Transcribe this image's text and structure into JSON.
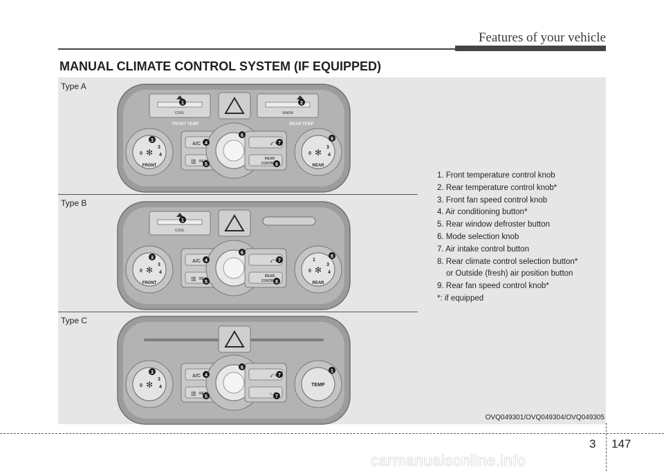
{
  "header": {
    "section": "Features of your vehicle"
  },
  "heading": "MANUAL CLIMATE CONTROL SYSTEM (IF EQUIPPED)",
  "types": [
    "Type A",
    "Type B",
    "Type C"
  ],
  "features": [
    "1. Front temperature control knob",
    "2. Rear temperature control knob*",
    "3. Front fan speed control knob",
    "4. Air conditioning button*",
    "5. Rear window defroster button",
    "6. Mode selection knob",
    "7. Air intake control button",
    "8. Rear climate control selection button*",
    "or Outside (fresh) air position button",
    "9. Rear fan speed control knob*",
    "*: if equipped"
  ],
  "panel_text": {
    "cool": "COOL",
    "warm": "WARM",
    "front_temp": "FRONT TEMP",
    "rear_temp": "REAR TEMP",
    "ac": "A/C",
    "rear": "REAR",
    "front": "FRONT",
    "control": "CONTROL",
    "temp": "TEMP",
    "n0": "0",
    "n1": "1",
    "n2": "2",
    "n3": "3",
    "n4": "4",
    "n5": "5",
    "n6": "6",
    "n7": "7",
    "n8": "8",
    "n9": "9"
  },
  "caption": "OVQ049301/OVQ049304/OVQ049305",
  "footer": {
    "chapter": "3",
    "page": "147",
    "watermark": "carmanualsonline.info"
  },
  "colors": {
    "panel_bg": "#e6e6e6",
    "bezel": "#a3a3a3",
    "callout": "#1a1a1a"
  }
}
